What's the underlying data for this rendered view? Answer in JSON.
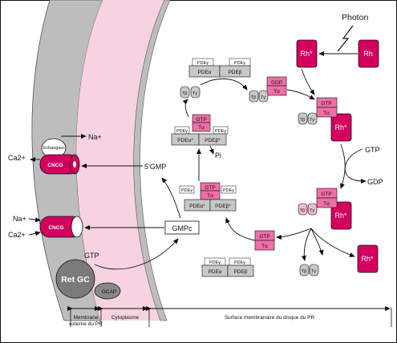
{
  "labels": {
    "photon": "Photon",
    "rh": "Rh",
    "rh_star": "Rh*",
    "gtp": "GTP",
    "gdp": "GDP",
    "pi": "Pi",
    "t_alpha": "Tα",
    "t_beta": "Tβ",
    "t_gamma": "Tγ",
    "pde_alpha": "PDEα",
    "pde_beta": "PDEβ",
    "pde_alpha_star": "PDEα*",
    "pde_beta_star": "PDEβ*",
    "pde_gamma": "PDEγ",
    "five_gmp": "5'GMP",
    "gmpc": "GMPc",
    "na_plus": "Na+",
    "ca_2plus": "Ca2+",
    "cncg": "CNCG",
    "echangeur": "Echangeur",
    "ret_gc": "Ret GC",
    "gcap": "GCAP"
  },
  "regions": {
    "membrane_externe_1": "Membrane",
    "membrane_externe_2": "externe du PR",
    "cytoplasme": "Cytoplasme",
    "surface_disque": "Surface membranaire du disque du PR"
  },
  "colors": {
    "magenta": "#d4005e",
    "pink_light": "#f06fa6",
    "gray_box": "#c8c8c8",
    "membrane_gray": "#bdbdbd",
    "cytoplasm_pink": "#f7d2e0"
  }
}
